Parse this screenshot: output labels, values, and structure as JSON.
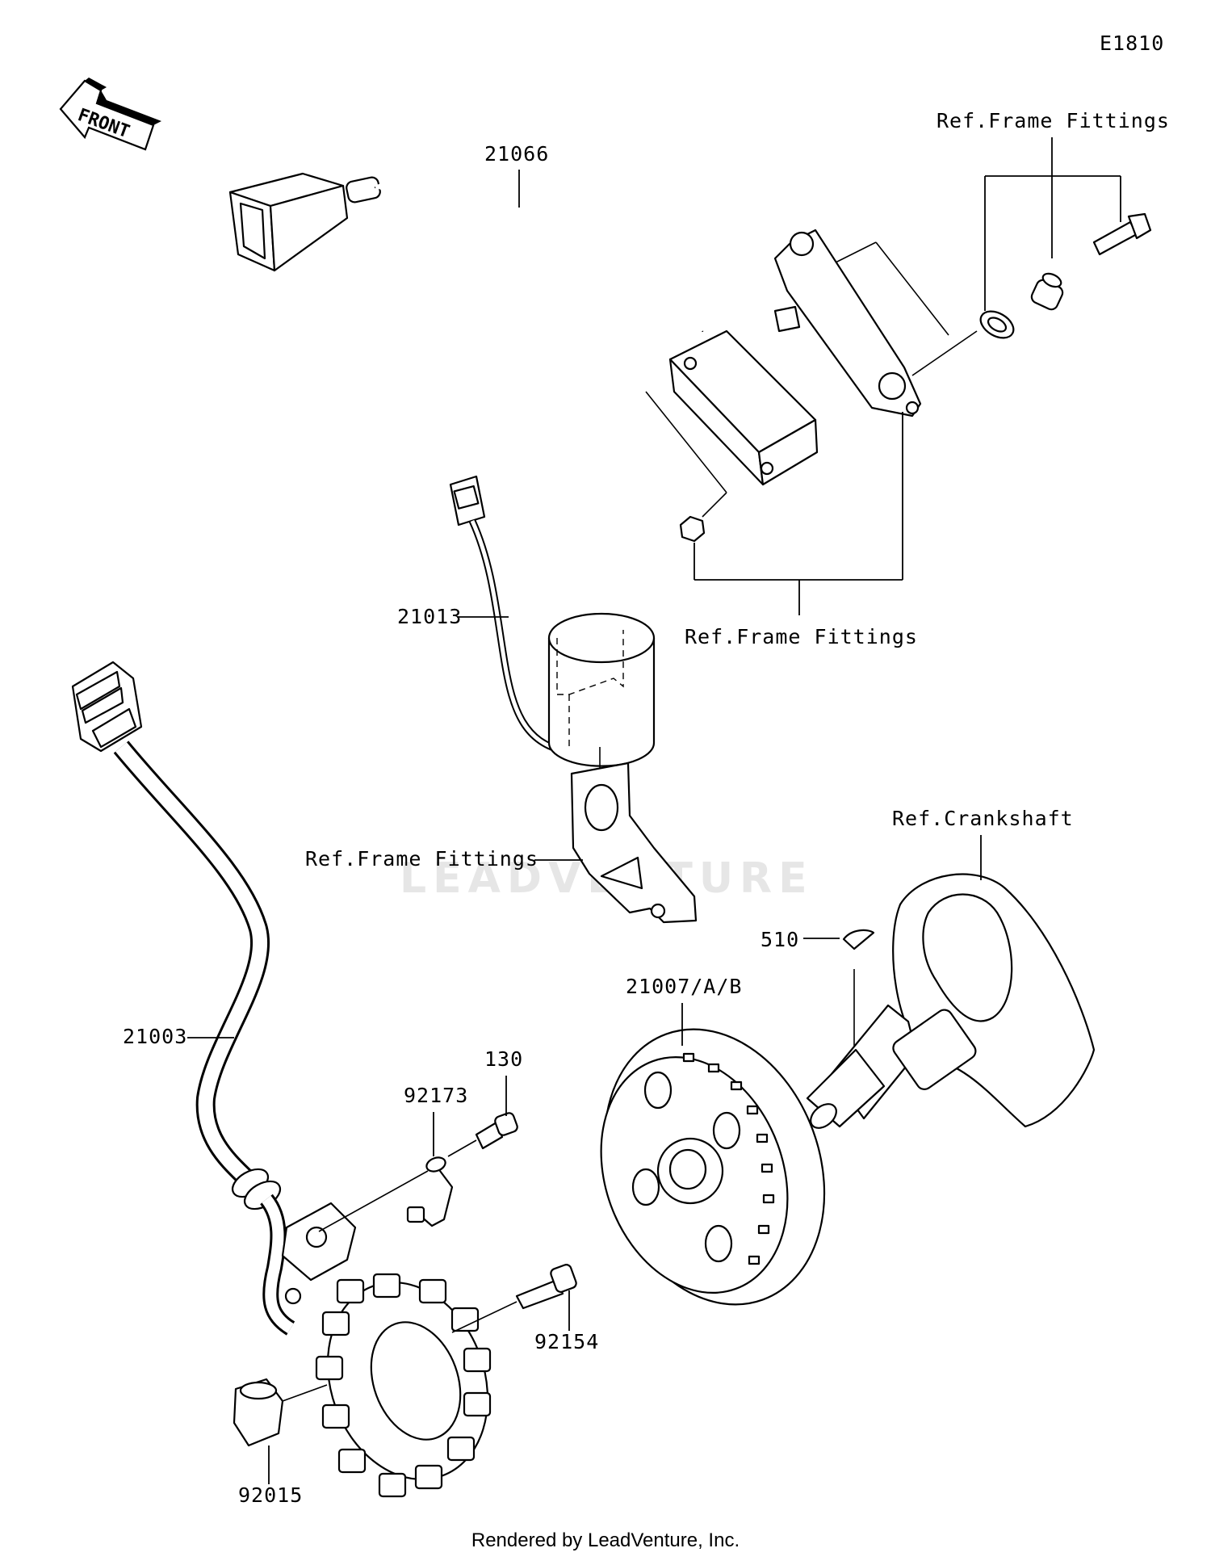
{
  "diagram_code": "E1810",
  "front_arrow_text": "FRONT",
  "watermark_text": "LEADVENTURE",
  "footer": "Rendered by LeadVenture, Inc.",
  "labels": {
    "p21066": "21066",
    "ref_frame_top": "Ref.Frame Fittings",
    "ref_frame_mid": "Ref.Frame Fittings",
    "p21013": "21013",
    "ref_frame_bracket": "Ref.Frame Fittings",
    "ref_crankshaft": "Ref.Crankshaft",
    "p510": "510",
    "p21007": "21007/A/B",
    "p21003": "21003",
    "p130": "130",
    "p92173": "92173",
    "p92154": "92154",
    "p92015": "92015"
  }
}
